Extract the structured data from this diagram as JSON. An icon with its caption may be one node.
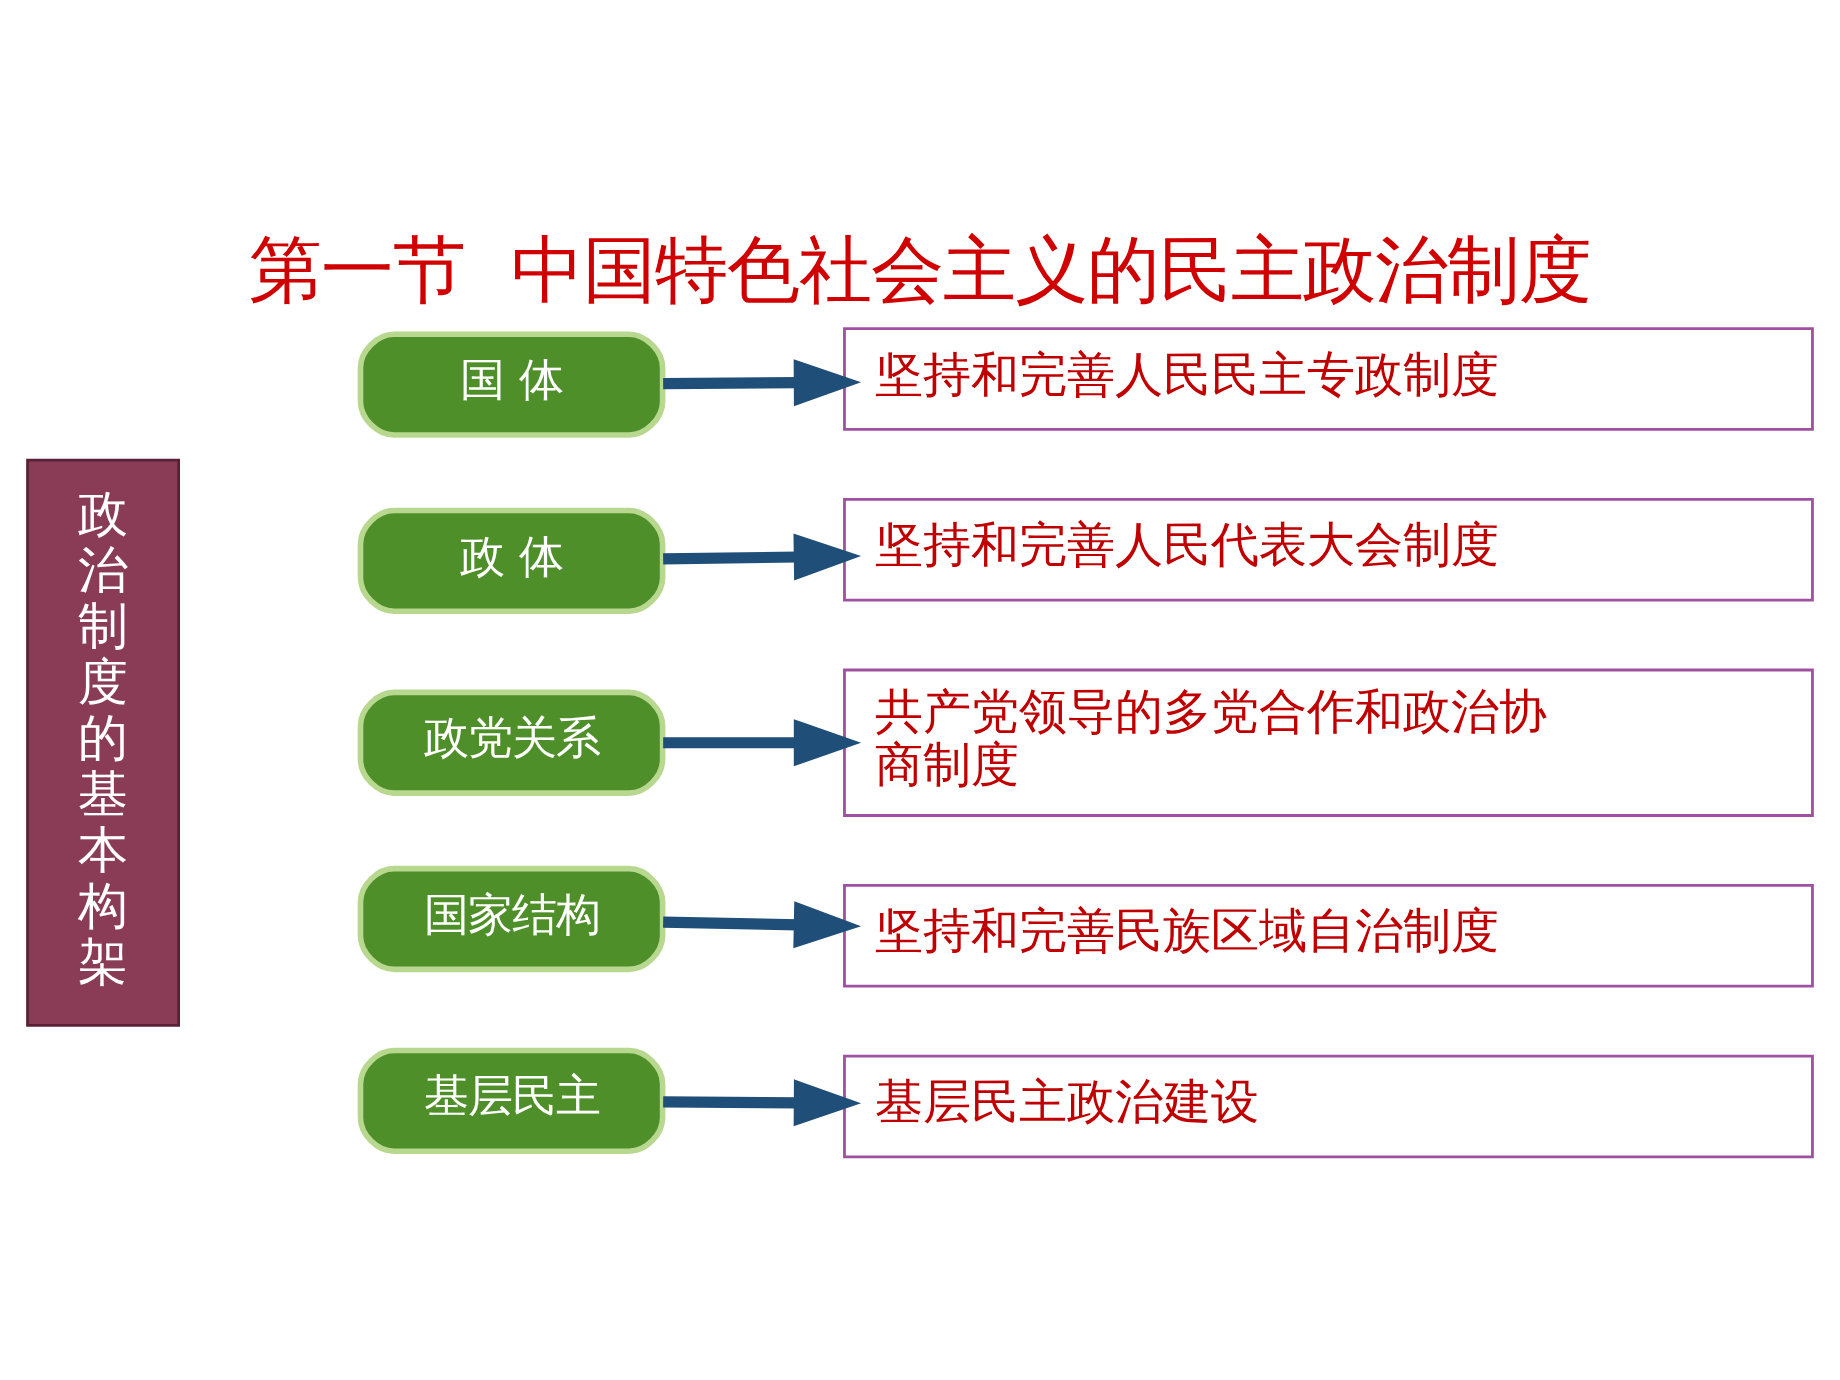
{
  "diagram": {
    "title": "第一节  中国特色社会主义的民主政治制度",
    "nodes": [
      {
        "text": [
          "政治制度的基本构架"
        ]
      },
      {
        "text": [
          "国 体"
        ]
      },
      {
        "text": [
          "坚持和完善人民民主专政制度"
        ]
      },
      {
        "text": [
          "政 体"
        ]
      },
      {
        "text": [
          "坚持和完善人民代表大会制度"
        ]
      },
      {
        "text": [
          "政党关系"
        ]
      },
      {
        "text": [
          "共产党领导的多党合作和政治协商制度"
        ]
      },
      {
        "text": [
          "国家结构"
        ]
      },
      {
        "text": [
          "坚持和完善民族区域自治制度"
        ]
      },
      {
        "text": [
          "基层民主"
        ]
      },
      {
        "text": [
          "基层民主政治建设"
        ]
      }
    ],
    "edges": [
      {
        "from": 1,
        "to": 2,
        "arrow": "to"
      },
      {
        "from": 3,
        "to": 4,
        "arrow": "to"
      },
      {
        "from": 5,
        "to": 6,
        "arrow": "to"
      },
      {
        "from": 7,
        "to": 8,
        "arrow": "to"
      },
      {
        "from": 9,
        "to": 10,
        "arrow": "to"
      }
    ]
  }
}
